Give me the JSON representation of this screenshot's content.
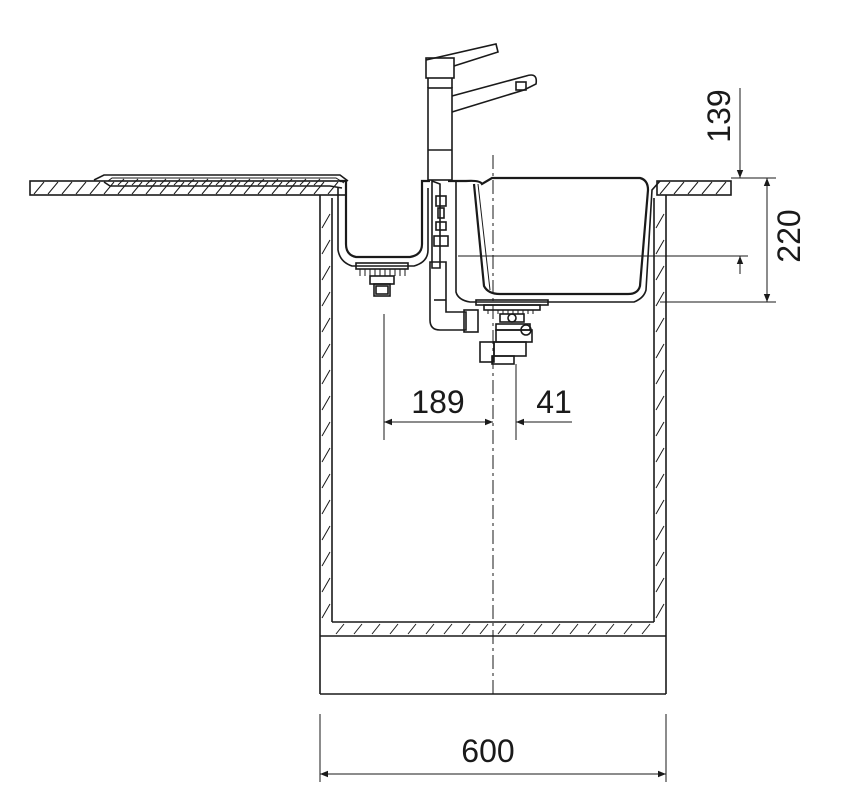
{
  "dimensions": {
    "width_600": "600",
    "offset_189": "189",
    "offset_41": "41",
    "height_220": "220",
    "height_139": "139"
  }
}
